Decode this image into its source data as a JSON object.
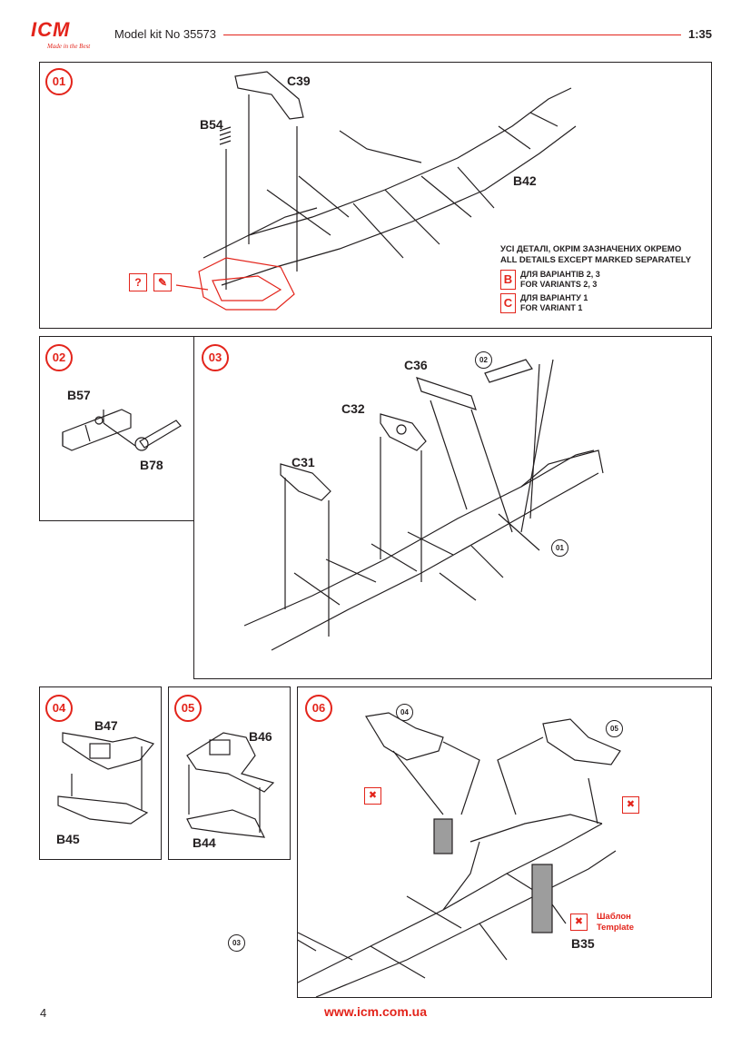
{
  "header": {
    "logo_text": "ICM",
    "logo_slogan": "Made in the Best",
    "kit_title": "Model kit No 35573",
    "scale": "1:35",
    "accent_color": "#e3241b"
  },
  "step01": {
    "badge": "01",
    "parts": {
      "c39": "C39",
      "b54": "B54",
      "b42": "B42"
    },
    "icons": {
      "question": "?",
      "paint": "paint-brush-icon"
    },
    "legend": {
      "title_ua": "УСІ ДЕТАЛІ, ОКРІМ ЗАЗНАЧЕНИХ ОКРЕМО",
      "title_en": "ALL DETAILS EXCEPT MARKED SEPARATELY",
      "items": [
        {
          "letter": "B",
          "ua": "ДЛЯ ВАРІАНТІВ 2, 3",
          "en": "FOR VARIANTS 2, 3"
        },
        {
          "letter": "C",
          "ua": "ДЛЯ ВАРІАНТУ 1",
          "en": "FOR VARIANT 1"
        }
      ]
    }
  },
  "step02": {
    "badge": "02",
    "parts": {
      "b57": "B57",
      "b78": "B78"
    }
  },
  "step03": {
    "badge": "03",
    "parts": {
      "c36": "C36",
      "c32": "C32",
      "c31": "C31"
    },
    "refs": {
      "r02": "02",
      "r01": "01"
    }
  },
  "step04": {
    "badge": "04",
    "parts": {
      "b47": "B47",
      "b45": "B45"
    }
  },
  "step05": {
    "badge": "05",
    "parts": {
      "b46": "B46",
      "b44": "B44"
    }
  },
  "step06": {
    "badge": "06",
    "parts": {
      "b35": "B35"
    },
    "refs": {
      "r04": "04",
      "r05": "05",
      "r03": "03"
    },
    "template_ua": "Шаблон",
    "template_en": "Template"
  },
  "footer": {
    "page_number": "4",
    "website": "www.icm.com.ua"
  }
}
